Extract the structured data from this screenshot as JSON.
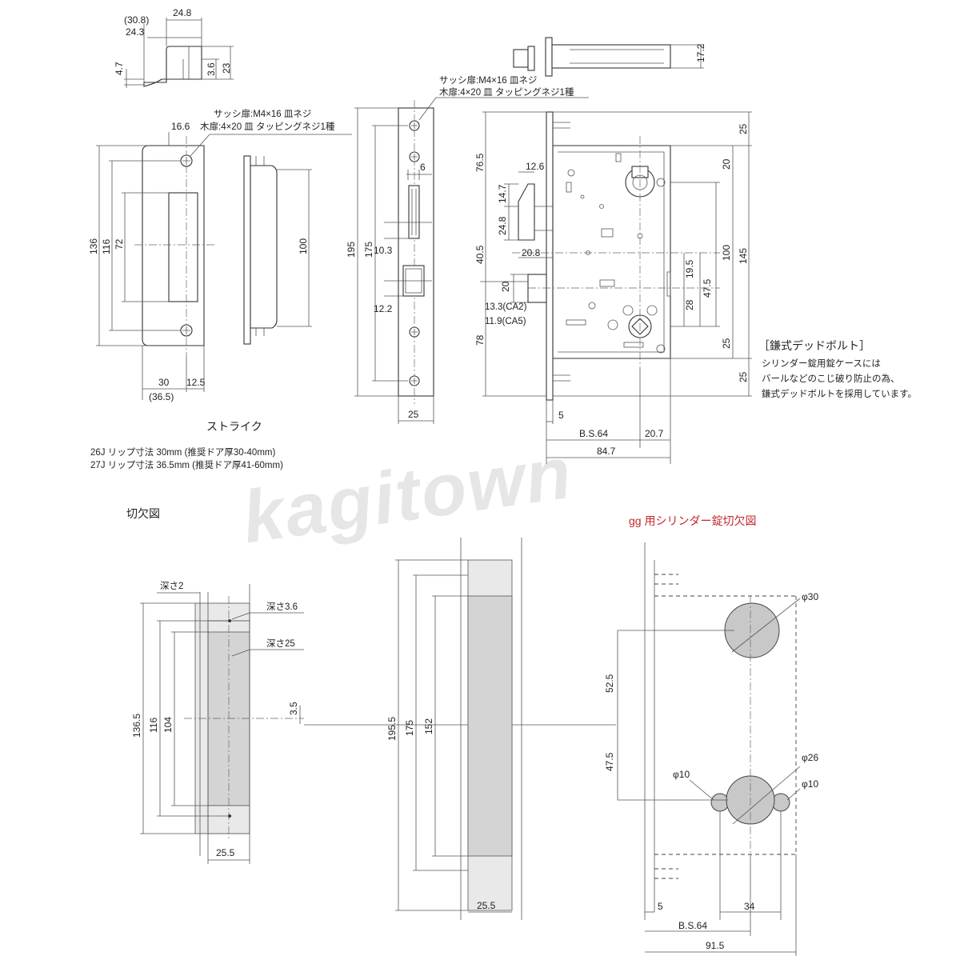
{
  "watermark": "kagitown",
  "callout_screws": {
    "line1": "サッシ扉:M4×16 皿ネジ",
    "line2": "木扉:4×20 皿 タッピングネジ1種"
  },
  "strike": {
    "caption": "ストライク",
    "note_26j": "26J  リップ寸法      30mm (推奨ドア厚30-40mm)",
    "note_27j": "27J  リップ寸法   36.5mm (推奨ドア厚41-60mm)",
    "dims": {
      "d30_8": "(30.8)",
      "d24_8": "24.8",
      "d24_3": "24.3",
      "d4_7": "4.7",
      "d3_6": "3.6",
      "d23": "23",
      "d16_6": "16.6",
      "d136": "136",
      "d116": "116",
      "d72": "72",
      "d100": "100",
      "d30": "30",
      "d12_5": "12.5",
      "d36_5": "(36.5)"
    }
  },
  "faceplate": {
    "dims": {
      "d6": "6",
      "d195": "195",
      "d175": "175",
      "d10_3": "10.3",
      "d12_2": "12.2",
      "d25": "25"
    }
  },
  "lockbody": {
    "dims": {
      "d17_2": "17.2",
      "d76_5": "76.5",
      "d12_6": "12.6",
      "d14_7": "14.7",
      "d24_8": "24.8",
      "d40_5": "40.5",
      "d20_8": "20.8",
      "d20": "20",
      "d13_3": "13.3(CA2)",
      "d11_9": "11.9(CA5)",
      "d78": "78",
      "d25_top": "25",
      "d20_top": "20",
      "d100": "100",
      "d145": "145",
      "d19_5": "19.5",
      "d47_5": "47.5",
      "d28": "28",
      "d25_mid": "25",
      "d25_bot": "25",
      "d5": "5",
      "bs64": "B.S.64",
      "d20_7": "20.7",
      "d84_7": "84.7"
    }
  },
  "deadbolt_note": {
    "title": "［鎌式デッドボルト］",
    "line1": "シリンダー錠用錠ケースには",
    "line2": "バールなどのこじ破り防止の為、",
    "line3": "鎌式デッドボルトを採用しています。"
  },
  "cutout": {
    "title": "切欠図",
    "dims": {
      "depth2": "深さ2",
      "depth3_6": "深さ3.6",
      "depth25": "深さ25",
      "d136_5": "136.5",
      "d116": "116",
      "d104": "104",
      "d3_5": "3.5",
      "d25_5": "25.5",
      "d195_5": "195.5",
      "d175": "175",
      "d152": "152",
      "d25_5b": "25.5"
    }
  },
  "cylinder_cutout": {
    "title": "gg 用シリンダー錠切欠図",
    "title_color": "#c0282d",
    "dims": {
      "phi30": "φ30",
      "d52_5": "52.5",
      "d47_5": "47.5",
      "phi26": "φ26",
      "phi10a": "φ10",
      "phi10b": "φ10",
      "d5": "5",
      "d34": "34",
      "bs64": "B.S.64",
      "d91_5": "91.5"
    }
  }
}
